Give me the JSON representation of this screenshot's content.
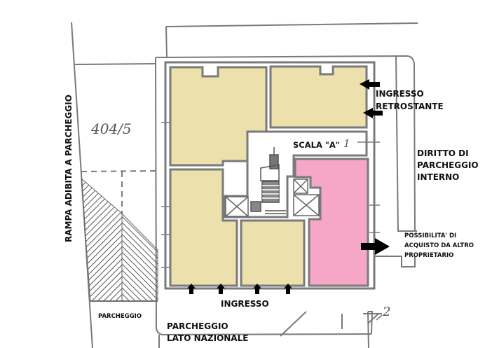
{
  "plan": {
    "colors": {
      "wall": "#7a7a7a",
      "unit_tan": "#ece0ad",
      "unit_pink": "#f6a6c6",
      "hatch": "#555555",
      "arrow": "#000000",
      "background": "#ffffff"
    },
    "parcel_number": "404/5",
    "labels": {
      "ramp": "RAMPA ADIBITA A PARCHEGGIO",
      "rear_entrance_line1": "INGRESSO",
      "rear_entrance_line2": "RETROSTANTE",
      "stair": "SCALA \"A\"",
      "internal_parking_line1": "DIRITTO DI",
      "internal_parking_line2": "PARCHEGGIO",
      "internal_parking_line3": "INTERNO",
      "purchase_line1": "POSSIBILITA' DI",
      "purchase_line2": "ACQUISTO DA ALTRO",
      "purchase_line3": "PROPRIETARIO",
      "front_entrance": "INGRESSO",
      "parking_small": "PARCHEGGIO",
      "parking_side_line1": "PARCHEGGIO",
      "parking_side_line2": "LATO NAZIONALE"
    },
    "marks": {
      "stair_number_1": "1",
      "section_2": "2"
    },
    "units": [
      {
        "id": "unit-top-left",
        "color": "tan"
      },
      {
        "id": "unit-top-right",
        "color": "tan"
      },
      {
        "id": "unit-bottom-left",
        "color": "tan"
      },
      {
        "id": "unit-bottom-middle",
        "color": "tan"
      },
      {
        "id": "unit-pink",
        "color": "pink"
      }
    ]
  }
}
